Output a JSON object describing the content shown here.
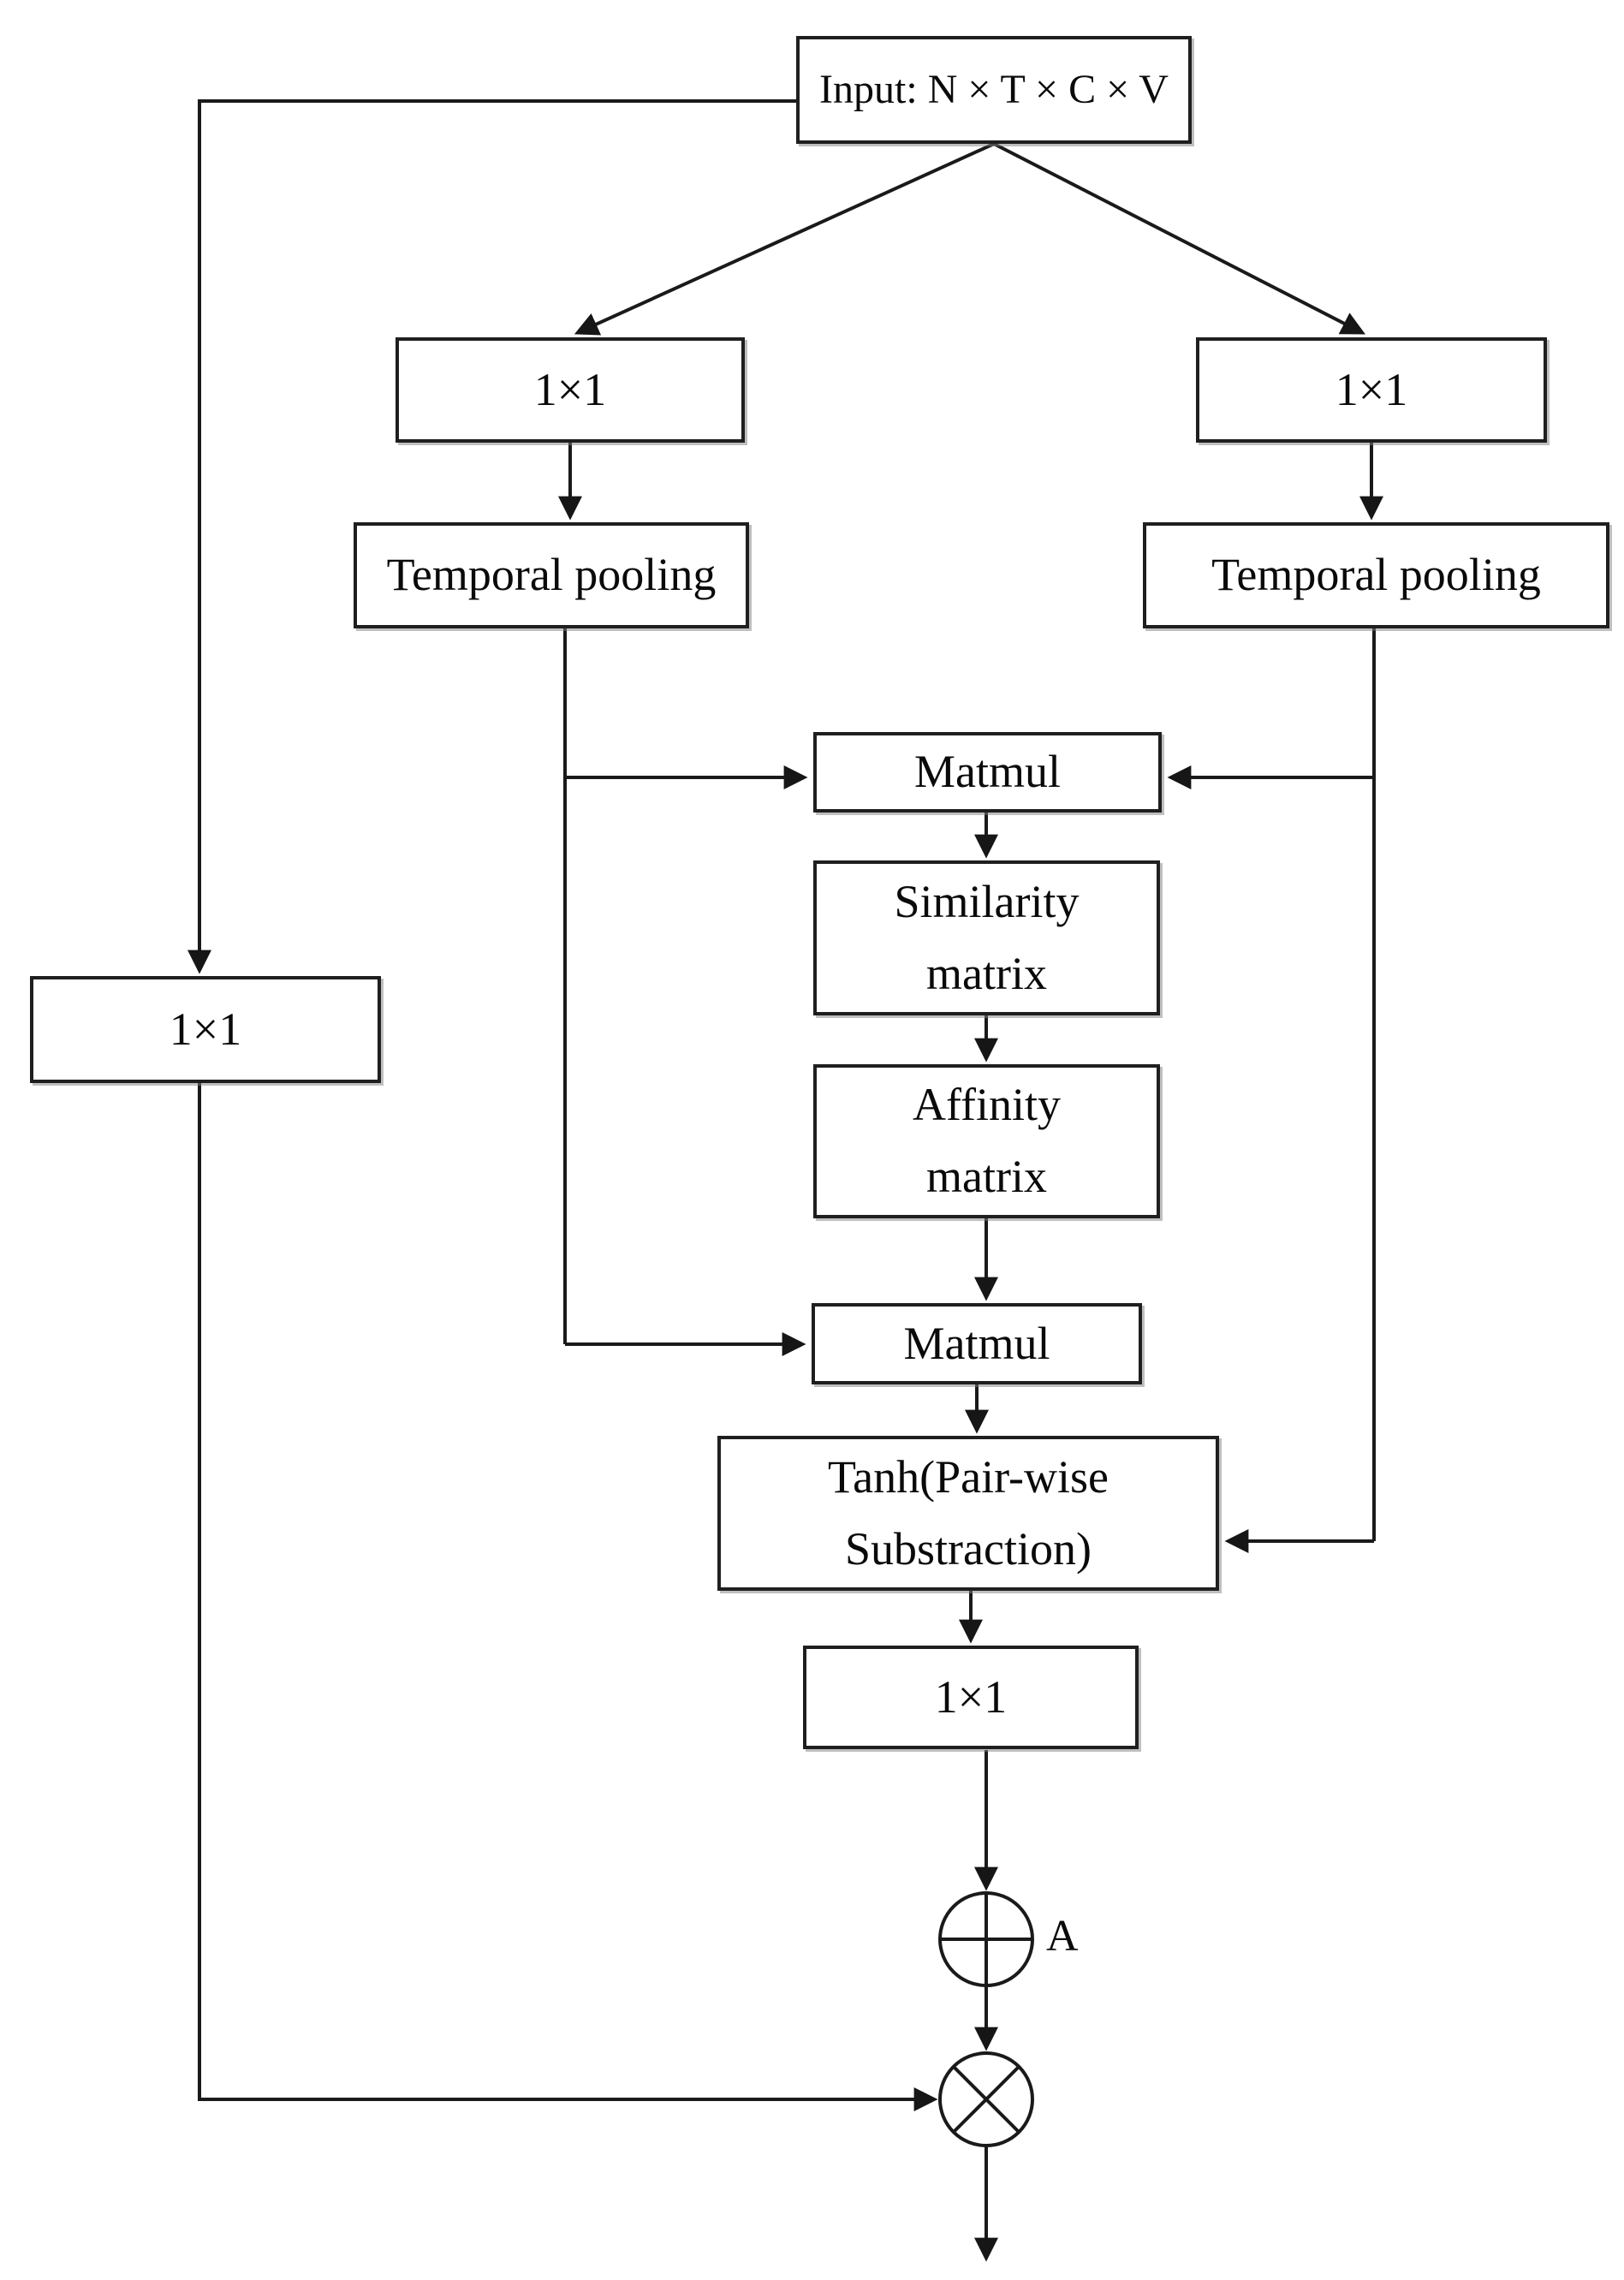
{
  "figure": {
    "type": "flowchart",
    "background_color": "#ffffff",
    "line_color": "#1a1a1a",
    "nodes": {
      "input": {
        "label": "Input: N × T × C × V"
      },
      "conv_branch_left": {
        "label": "1×1"
      },
      "conv_branch_right": {
        "label": "1×1"
      },
      "temporal_pooling_left": {
        "label": "Temporal pooling"
      },
      "temporal_pooling_right": {
        "label": "Temporal pooling"
      },
      "matmul_top": {
        "label": "Matmul"
      },
      "similarity_matrix": {
        "label": "Similarity\nmatrix"
      },
      "affinity_matrix": {
        "label": "Affinity\nmatrix"
      },
      "matmul_bottom": {
        "label": "Matmul"
      },
      "tanh_pairwise": {
        "label": "Tanh(Pair-wise\nSubstraction)"
      },
      "conv_output": {
        "label": "1×1"
      },
      "conv_residual": {
        "label": "1×1"
      }
    },
    "operators": {
      "add": {
        "symbol": "circle-plus",
        "annotation": "A"
      },
      "multiply": {
        "symbol": "circle-cross"
      }
    },
    "edges": [
      {
        "from": "input",
        "to": "conv_branch_left"
      },
      {
        "from": "input",
        "to": "conv_branch_right"
      },
      {
        "from": "input",
        "to": "conv_residual"
      },
      {
        "from": "conv_branch_left",
        "to": "temporal_pooling_left"
      },
      {
        "from": "conv_branch_right",
        "to": "temporal_pooling_right"
      },
      {
        "from": "temporal_pooling_left",
        "to": "matmul_top"
      },
      {
        "from": "temporal_pooling_right",
        "to": "matmul_top"
      },
      {
        "from": "matmul_top",
        "to": "similarity_matrix"
      },
      {
        "from": "similarity_matrix",
        "to": "affinity_matrix"
      },
      {
        "from": "affinity_matrix",
        "to": "matmul_bottom"
      },
      {
        "from": "temporal_pooling_left",
        "to": "matmul_bottom"
      },
      {
        "from": "matmul_bottom",
        "to": "tanh_pairwise"
      },
      {
        "from": "temporal_pooling_right",
        "to": "tanh_pairwise"
      },
      {
        "from": "tanh_pairwise",
        "to": "conv_output"
      },
      {
        "from": "conv_output",
        "to": "add"
      },
      {
        "from": "add",
        "to": "multiply"
      },
      {
        "from": "conv_residual",
        "to": "multiply"
      },
      {
        "from": "multiply",
        "to": "output"
      }
    ]
  }
}
